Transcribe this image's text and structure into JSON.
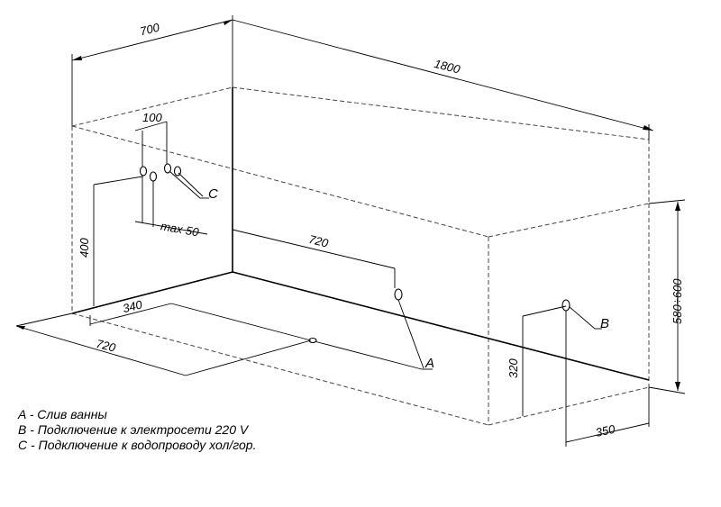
{
  "dimensions": {
    "width": "700",
    "length": "1800",
    "inlet_spacing": "100",
    "inlet_offset": "max 50",
    "inlet_height": "400",
    "drain_distance_back": "720",
    "drain_distance_front": "720",
    "drain_side_offset": "340",
    "height": "580÷600",
    "power_height": "320",
    "power_offset": "350"
  },
  "callouts": {
    "drain": "A",
    "power": "B",
    "water": "C"
  },
  "legend": [
    "A - Слив ванны",
    "B - Подключение к электросети 220 V",
    "C - Подключение к водопроводу хол/гор."
  ]
}
